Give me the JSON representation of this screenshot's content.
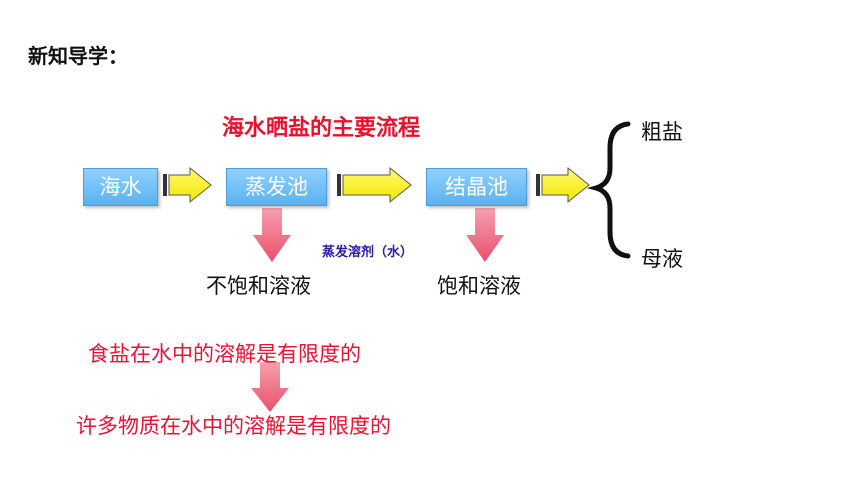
{
  "heading": "新知导学：",
  "subtitle": "海水晒盐的主要流程",
  "flow": {
    "step1": "海水",
    "step2": "蒸发池",
    "step3": "结晶池",
    "result_top": "粗盐",
    "result_bottom": "母液"
  },
  "below": {
    "unsaturated": "不饱和溶液",
    "saturated": "饱和溶液",
    "evap_note": "蒸发溶剂（水）"
  },
  "statements": {
    "first": "食盐在水中的溶解是有限度的",
    "second": "许多物质在水中的溶解是有限度的"
  },
  "colors": {
    "title_red": "#e8102b",
    "box_blue": "#6cbcf5",
    "arrow_yellow": "#fff200",
    "arrow_pink": "#e8506a",
    "note_blue": "#2c1aa8"
  }
}
